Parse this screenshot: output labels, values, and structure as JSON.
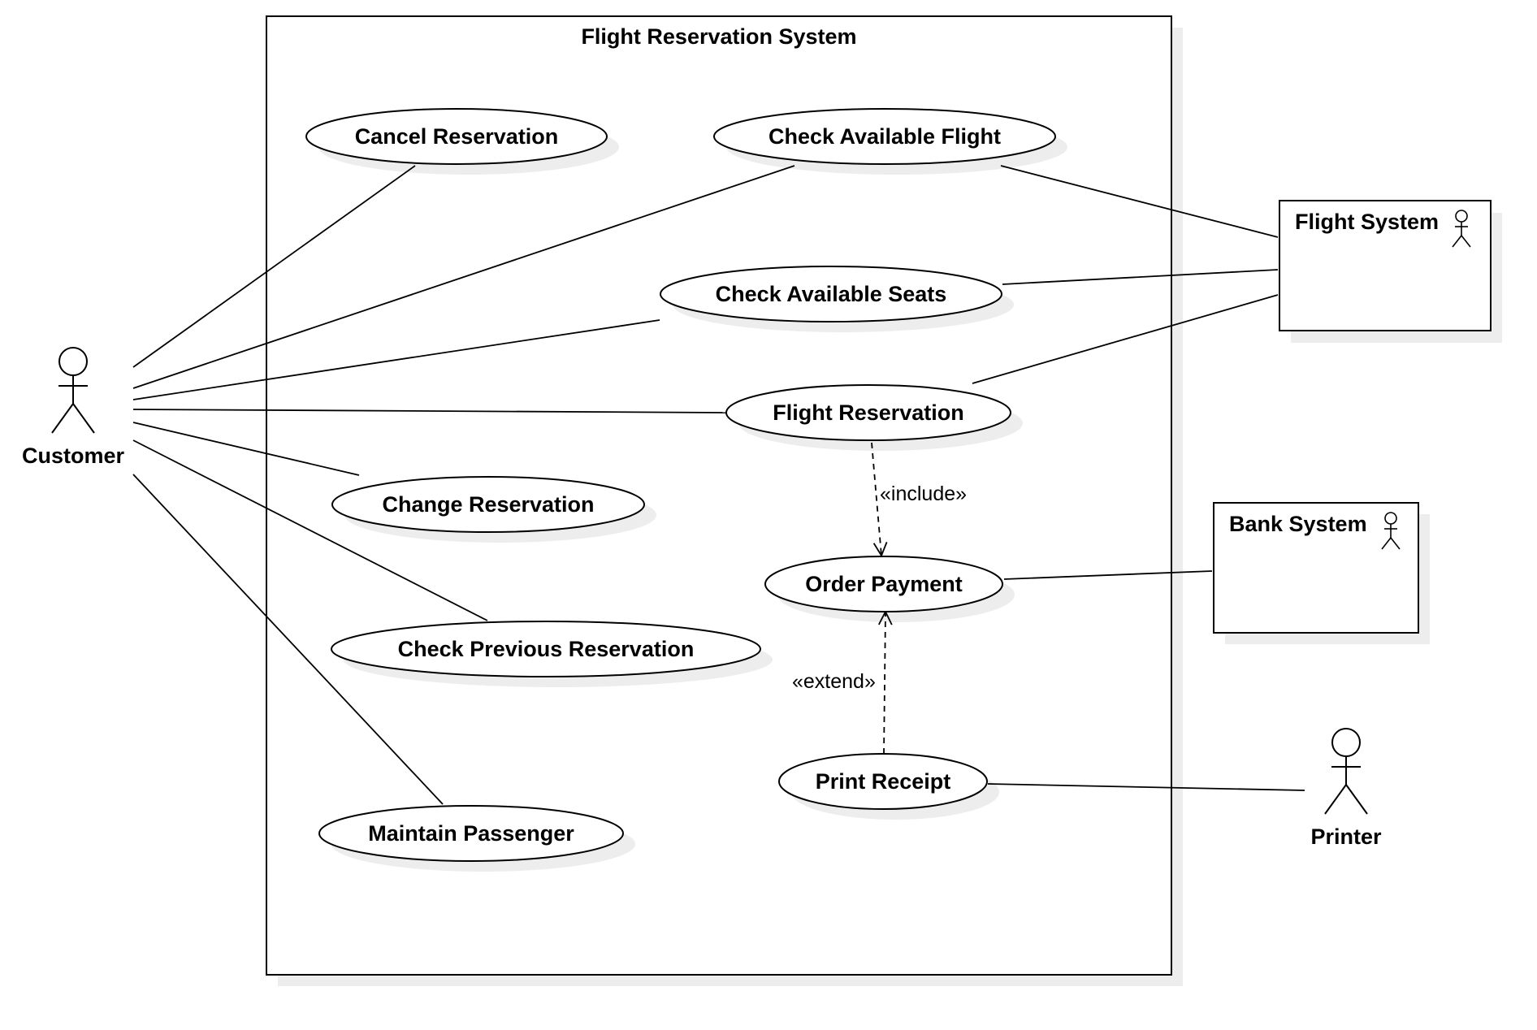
{
  "system": {
    "title": "Flight Reservation System"
  },
  "use_cases": {
    "cancel_reservation": "Cancel Reservation",
    "check_available_flight": "Check Available Flight",
    "check_available_seats": "Check Available Seats",
    "flight_reservation": "Flight Reservation",
    "change_reservation": "Change Reservation",
    "order_payment": "Order Payment",
    "check_previous_reservation": "Check Previous Reservation",
    "print_receipt": "Print Receipt",
    "maintain_passenger": "Maintain Passenger"
  },
  "actors": {
    "customer": "Customer",
    "printer": "Printer",
    "flight_system": "Flight System",
    "bank_system": "Bank System"
  },
  "relations": {
    "include": "«include»",
    "extend": "«extend»"
  }
}
